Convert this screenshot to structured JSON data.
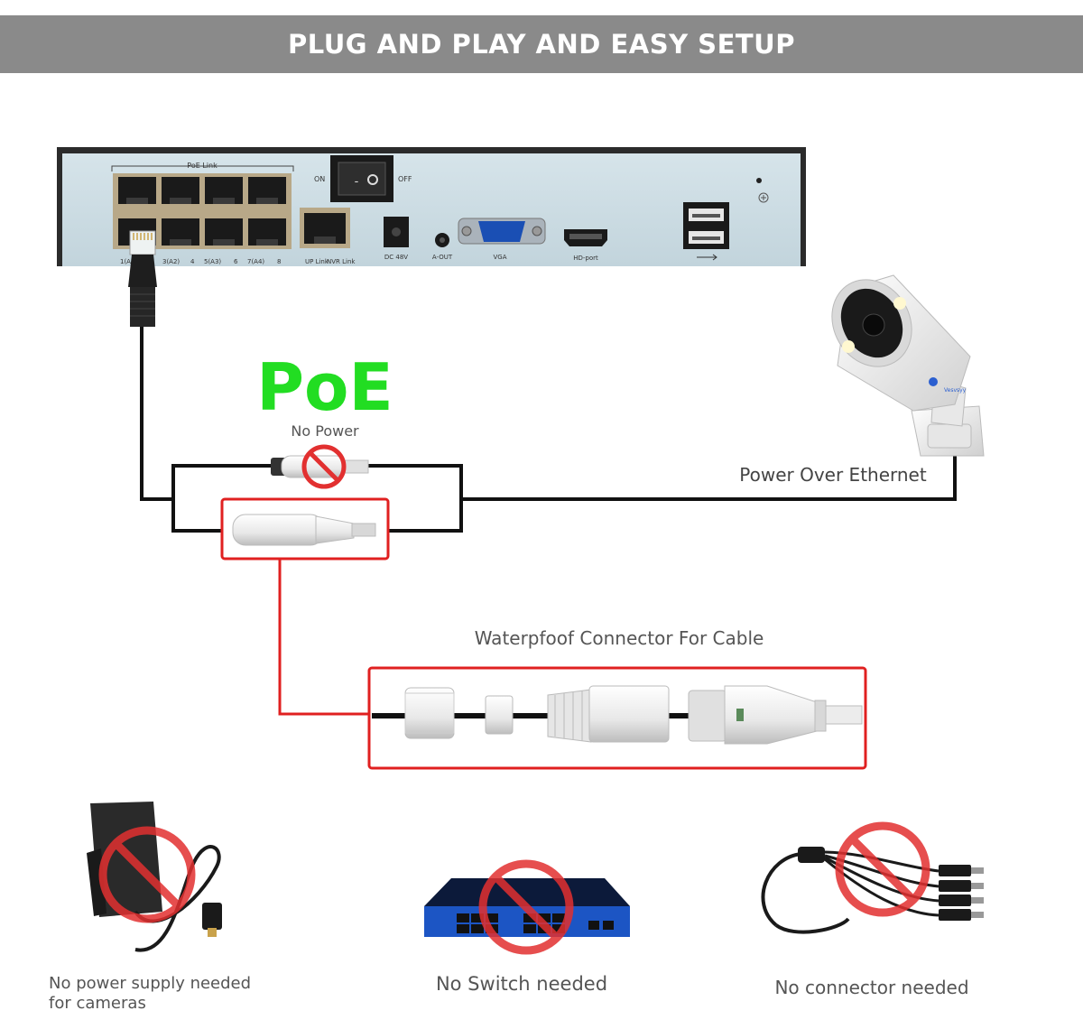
{
  "header": {
    "title": "PLUG AND PLAY AND EASY SETUP"
  },
  "nvr": {
    "poe_link": "PoE Link",
    "switch_on": "ON",
    "switch_off": "OFF",
    "port_labels": [
      "1(A",
      "3(A2)",
      "4",
      "5(A3)",
      "6",
      "7(A4)",
      "8"
    ],
    "uplink": "UP Link",
    "nvr_link": "NVR Link",
    "dc": "DC 48V",
    "aout": "A-OUT",
    "vga": "VGA",
    "hd": "HD-port"
  },
  "poe": {
    "logo": "PoE",
    "logo_color": "#22dd22",
    "no_power": "No Power"
  },
  "labels": {
    "poe_cable": "Power Over Ethernet",
    "waterproof": "Waterpfoof Connector For Cable",
    "camera_brand": "Vesvsyy"
  },
  "bottom": {
    "power_supply": [
      "No power supply needed",
      "for cameras"
    ],
    "switch": "No Switch needed",
    "connector": "No connector needed"
  },
  "colors": {
    "banner": "#8a8a8a",
    "highlight_red": "#e02020",
    "prohibit_red": "#e23030"
  }
}
